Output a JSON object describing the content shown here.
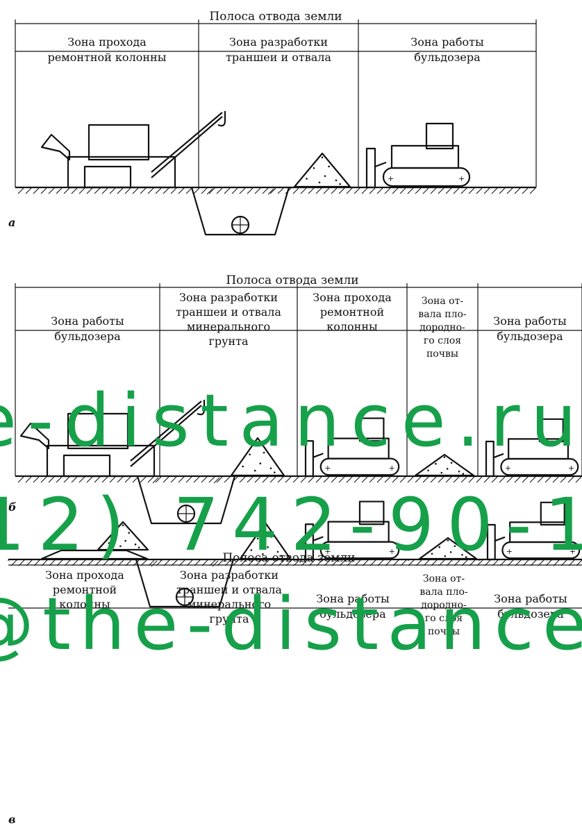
{
  "panels": [
    {
      "id": "a",
      "fig_label": "а",
      "top_title": "Полоса отвода земли",
      "zones": [
        {
          "lines": [
            "Зона прохода",
            "ремонтной колонны"
          ]
        },
        {
          "lines": [
            "Зона разработки",
            "траншеи и отвала"
          ]
        },
        {
          "lines": [
            "Зона работы",
            "бульдозера"
          ]
        }
      ]
    },
    {
      "id": "b",
      "fig_label": "б",
      "top_title": "Полоса отвода земли",
      "zones": [
        {
          "lines": [
            "Зона работы",
            "бульдозера"
          ]
        },
        {
          "lines": [
            "Зона разработки",
            "траншеи и отвала",
            "минерального",
            "грунта"
          ]
        },
        {
          "lines": [
            "Зона прохода",
            "ремонтной",
            "колонны"
          ]
        },
        {
          "lines": [
            "Зона от-",
            "вала пло-",
            "дородно-",
            "го слоя",
            "почвы"
          ]
        },
        {
          "lines": [
            "Зона работы",
            "бульдозера"
          ]
        }
      ]
    },
    {
      "id": "c",
      "fig_label": "в",
      "top_title": "Полоса отвода земли",
      "zones": [
        {
          "lines": [
            "Зона прохода",
            "ремонтной",
            "колонны"
          ]
        },
        {
          "lines": [
            "Зона разработки",
            "траншеи и отвала",
            "минерального",
            "грунта"
          ]
        },
        {
          "lines": [
            "Зона работы",
            "бульдозера"
          ]
        },
        {
          "lines": [
            "Зона от-",
            "вала пло-",
            "дородно-",
            "го слоя",
            "почвы"
          ]
        },
        {
          "lines": [
            "Зона работы",
            "бульдозера"
          ]
        }
      ]
    }
  ],
  "watermark": {
    "lines": [
      "e-distance.ru",
      "12) 742-90-1",
      "@the-distance"
    ],
    "color": "#16a04a"
  }
}
